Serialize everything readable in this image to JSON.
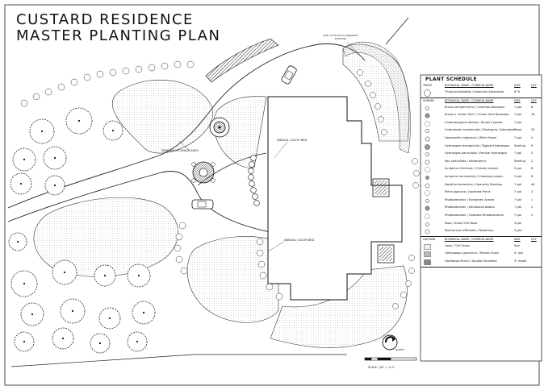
{
  "title_line1": "CUSTARD RESIDENCE",
  "title_line2": "MASTER PLANTING PLAN",
  "annotations": {
    "pathway": "PARKWAY/STORAGE AREA",
    "annual_color_top": "ANNUAL COLOR BED",
    "annual_color_bottom": "ANNUAL COLOR BED",
    "top_note": "ADD TO PLACE TO ENHANCE EXISTING"
  },
  "north_label": "NORTH",
  "scale_label": "SCALE: 1/8\" = 1'-0\"",
  "schedule": {
    "title": "PLANT SCHEDULE",
    "columns": {
      "name": "BOTANICAL NAME / COMMON NAME",
      "size": "SIZE",
      "qty": "QTY"
    },
    "sections": [
      {
        "label": "TREES",
        "rows": [
          {
            "name": "Thuja occidentalis / American Arborvitae",
            "size": "6' B",
            "qty": ""
          }
        ]
      },
      {
        "label": "SHRUBS",
        "rows": [
          {
            "name": "Buxus sempervirens / Common Boxwood",
            "size": "7 gal",
            "qty": "8"
          },
          {
            "name": "Buxus x 'Green Gem' / Green Gem Boxwood",
            "size": "7 gal",
            "qty": "16"
          },
          {
            "name": "Chamaecyparis obtusa / Hinoki Cypress",
            "size": "7 gal",
            "qty": ""
          },
          {
            "name": "Cotoneaster horizontalis / Rockspray Cotoneaster",
            "size": "7 gal",
            "qty": "24"
          },
          {
            "name": "Hamamelis virginiana / Witch Hazel",
            "size": "7 gal",
            "qty": "4"
          },
          {
            "name": "Hydrangea macrophylla / Bigleaf Hydrangea",
            "size": "Sterling",
            "qty": "9"
          },
          {
            "name": "Hydrangea paniculata / Panicle Hydrangea",
            "size": "7 gal",
            "qty": "5"
          },
          {
            "name": "Ilex verticillata / Winterberry",
            "size": "Sterling",
            "qty": "2"
          },
          {
            "name": "Juniperus chinensis / Chinese Juniper",
            "size": "5 gal",
            "qty": "6"
          },
          {
            "name": "Juniperus horizontalis / Creeping Juniper",
            "size": "5 gal",
            "qty": "6"
          },
          {
            "name": "Nandina domestica / Heavenly Bamboo",
            "size": "7 gal",
            "qty": "44"
          },
          {
            "name": "Pieris japonica / Japanese Pieris",
            "size": "7 gal",
            "qty": "3"
          },
          {
            "name": "Rhododendron / Evergreen Azalea",
            "size": "7 gal",
            "qty": "1"
          },
          {
            "name": "Rhododendron / Deciduous Azalea",
            "size": "7 gal",
            "qty": "2"
          },
          {
            "name": "Rhododendron / Catawba Rhododendron",
            "size": "7 gal",
            "qty": "3"
          },
          {
            "name": "Rosa / Knock Out Rose",
            "size": "3 gal",
            "qty": ""
          },
          {
            "name": "Rosmarinus officinalis / Rosemary",
            "size": "3 gal",
            "qty": ""
          }
        ]
      },
      {
        "label": "GROUND",
        "rows": [
          {
            "name": "Lawn / Turf Grass",
            "size": "Sod",
            "qty": ""
          },
          {
            "name": "Ophiopogon japonicus / Mondo Grass",
            "size": "4\" pot",
            "qty": ""
          },
          {
            "name": "Hardwood Mulch / Double Shredded",
            "size": "3\" depth",
            "qty": ""
          }
        ]
      }
    ]
  }
}
